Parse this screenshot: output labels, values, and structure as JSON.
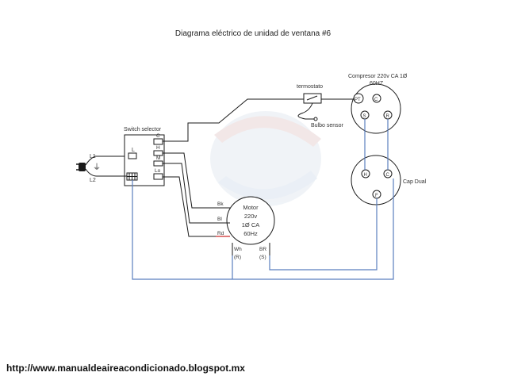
{
  "title": "Diagrama  eléctrico de unidad de ventana #6",
  "footer_url": "http://www.manualdeaireacondicionado.blogspot.mx",
  "colors": {
    "wire_black": "#1a1a1a",
    "wire_blue": "#5b7fbf",
    "wire_red": "#cc2b2b",
    "watermark": "#dfe6ee"
  },
  "labels": {
    "switch_selector": "Switch selector",
    "L1": "L1",
    "L2": "L2",
    "L": "L",
    "C": "C",
    "H": "H",
    "M": "M",
    "Lo": "Lo",
    "termostato": "termostato",
    "bulbo_sensor": "Bulbo sensor",
    "compressor_title": "Compresor 220v CA 1Ø",
    "compressor_freq": "60HZ",
    "PT": "PT",
    "C_comp": "C",
    "S_comp": "S",
    "R_comp": "R",
    "cap_dual": "Cap Dual",
    "H_cap": "H",
    "C_cap": "C",
    "F_cap": "F",
    "motor_1": "Motor",
    "motor_2": "220v",
    "motor_3": "1Ø CA",
    "motor_4": "60Hz",
    "Bk": "Bk",
    "Bl": "Bl",
    "Rd": "Rd",
    "Wh": "Wh",
    "R_mot": "(R)",
    "BR": "BR",
    "S_mot": "(S)"
  }
}
